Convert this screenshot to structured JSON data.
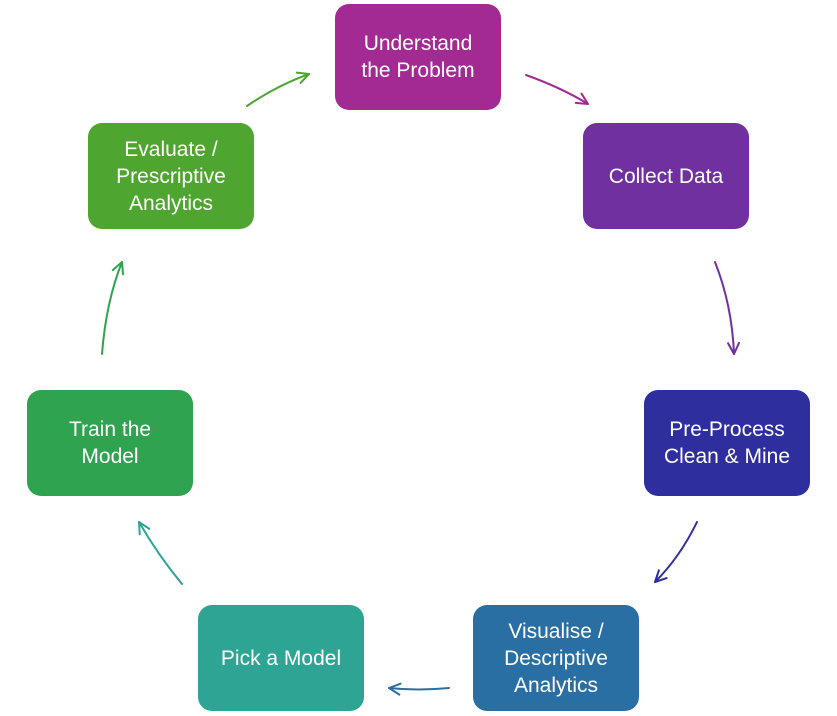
{
  "nodes": [
    {
      "id": "understand",
      "lines": [
        "Understand",
        "the Problem"
      ],
      "color": "#a32a93"
    },
    {
      "id": "collect",
      "lines": [
        "Collect Data"
      ],
      "color": "#7030a0"
    },
    {
      "id": "preprocess",
      "lines": [
        "Pre-Process",
        "Clean & Mine"
      ],
      "color": "#2e2e9e"
    },
    {
      "id": "visualise",
      "lines": [
        "Visualise /",
        "Descriptive",
        "Analytics"
      ],
      "color": "#2a6fa3"
    },
    {
      "id": "pick",
      "lines": [
        "Pick a Model"
      ],
      "color": "#2ea495"
    },
    {
      "id": "train",
      "lines": [
        "Train the",
        "Model"
      ],
      "color": "#2fa34f"
    },
    {
      "id": "evaluate",
      "lines": [
        "Evaluate /",
        "Prescriptive",
        "Analytics"
      ],
      "color": "#4ea52f"
    }
  ],
  "arrow_colors": [
    "#a32a93",
    "#7030a0",
    "#2e2e9e",
    "#2a6fa3",
    "#2ea495",
    "#2fa34f",
    "#4ea52f"
  ]
}
